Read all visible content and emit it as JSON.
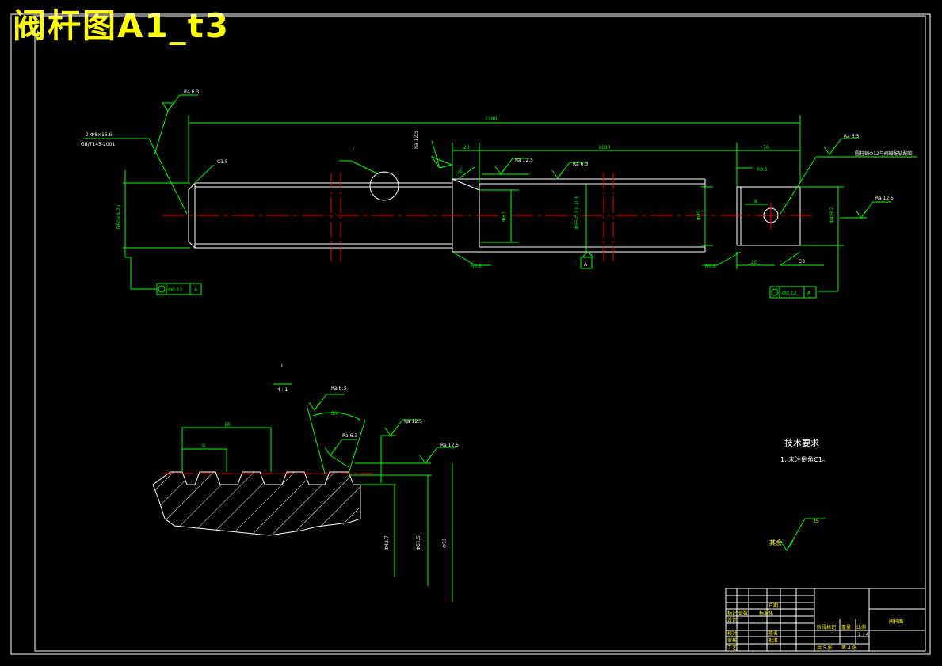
{
  "title": "阀杆图A1_t3",
  "colors": {
    "background": "#000000",
    "line": "#ffffff",
    "dimension": "#00ff00",
    "centerline": "#ff0000",
    "title_text": "#ffff00"
  },
  "main_view": {
    "overall_length": "1180",
    "thread_note_1": "2-Ф8×16.6",
    "thread_note_2": "GB/T145-2001",
    "chamfer_left": "C1.5",
    "diameter_left": "Tr60×9-7e",
    "section_marker": "I",
    "len_a": "20",
    "len_b": "1100",
    "len_c": "70",
    "roughness_top_left": "Ra 6.3",
    "roughness_a": "Ra 12.5",
    "roughness_b": "Ra 6.3",
    "roughness_right": "Ra 6.3",
    "roughness_far_right": "Ra 12.5",
    "roughness_slant": "Ra 12.5",
    "chamfer_30": "30°",
    "r_left": "R0.6",
    "dia_mid": "Ф57",
    "dia_main": "Ф55-0.12 -0.3",
    "datum": "A",
    "r_right": "R0.6",
    "r_right_top": "R0.6",
    "dia_right": "Ф45",
    "dia_right2": "Ф45h7",
    "small_dim": "8",
    "len_20": "20",
    "chamfer_c3": "C3",
    "right_note": "圆柱销Ф12与阀瓣配钻配铰",
    "tol_left_value": "Ф0.12",
    "tol_left_datum": "A",
    "tol_right_value": "Ф0.12",
    "tol_right_datum": "A"
  },
  "detail_view": {
    "label_top": "I",
    "scale": "4 : 1",
    "roughness_top": "Ra 6.3",
    "angle": "30°",
    "roughness_2": "Ra 6.3",
    "roughness_3": "Ra 12.5",
    "roughness_4": "Ra 12.5",
    "pitch_18": "18",
    "pitch_9": "9",
    "dim_1": "Ф48.7",
    "dim_2": "Ф51.5",
    "dim_3": "Ф55"
  },
  "tech_req": {
    "heading": "技术要求",
    "item_1": "1. 未注倒角C1。",
    "other_label": "其余",
    "other_value": "25"
  },
  "title_block": {
    "rows_left": [
      "标记",
      "设计",
      "校对",
      "审核",
      "工艺"
    ],
    "rows_left2": [
      "处数",
      "",
      "",
      "",
      ""
    ],
    "col_date": [
      "日期",
      "",
      "",
      "",
      ""
    ],
    "sign_col": [
      "签名",
      "标准化",
      "批准",
      "",
      ""
    ],
    "stage_label": "阶段标记",
    "weight_label": "重量",
    "scale_label": "比例",
    "scale_value": "1 : 4",
    "sheets": "共 5 张",
    "sheet_no": "第 4 张",
    "drawing_name": "阀杆图"
  }
}
